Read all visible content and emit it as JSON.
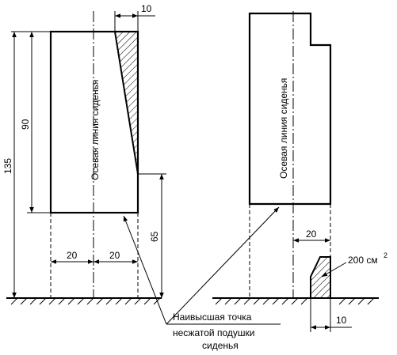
{
  "dimensions": {
    "top_left_10": "10",
    "height_90": "90",
    "height_135": "135",
    "height_65": "65",
    "width_20_left": "20",
    "width_20_right": "20",
    "width_20_side": "20",
    "bottom_10": "10",
    "area": "200 см",
    "area_exponent": "2"
  },
  "labels": {
    "centerline_left": "Осевая линия сиденья",
    "centerline_right": "Осевая линия сиденья",
    "callout_line1": "Наивысшая точка",
    "callout_line2": "несжатой подушки",
    "callout_line3": "сиденья"
  }
}
